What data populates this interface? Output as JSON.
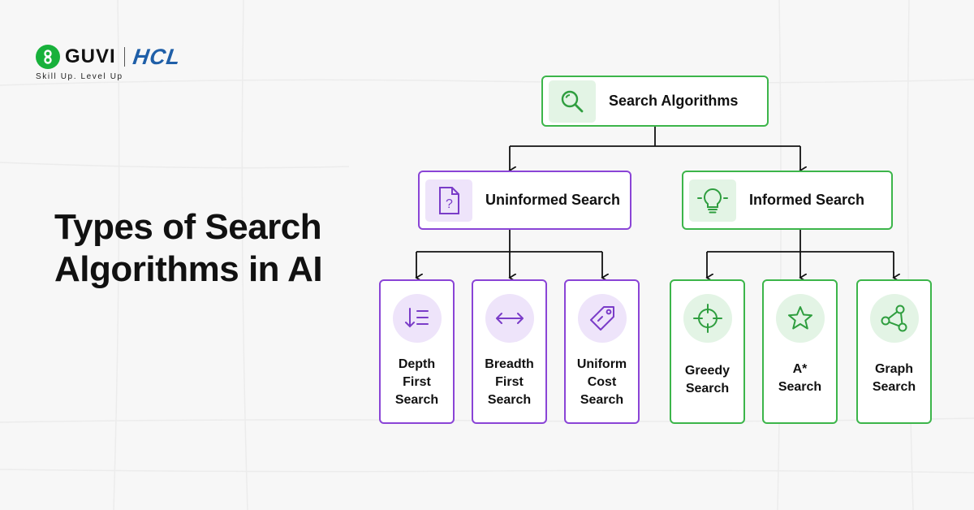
{
  "brand": {
    "guvi": "GUVI",
    "hcl": "HCL",
    "tagline": "Skill Up. Level Up"
  },
  "heading": {
    "line1": "Types of Search",
    "line2": "Algorithms in AI"
  },
  "colors": {
    "green": "#3cb54a",
    "purple": "#8a44d6",
    "green_tint": "#e3f4e5",
    "purple_tint": "#eee4fa",
    "hcl_blue": "#1f5fa8"
  },
  "tree": {
    "root": {
      "label": "Search Algorithms",
      "icon": "search-icon"
    },
    "uninformed": {
      "label": "Uninformed Search",
      "icon": "question-document-icon",
      "children": [
        {
          "label": "Depth\nFirst\nSearch",
          "icon": "sort-depth-icon"
        },
        {
          "label": "Breadth\nFirst\nSearch",
          "icon": "horizontal-arrows-icon"
        },
        {
          "label": "Uniform\nCost\nSearch",
          "icon": "price-tag-icon"
        }
      ]
    },
    "informed": {
      "label": "Informed Search",
      "icon": "lightbulb-icon",
      "children": [
        {
          "label": "Greedy\nSearch",
          "icon": "crosshair-icon"
        },
        {
          "label": "A*\nSearch",
          "icon": "star-icon"
        },
        {
          "label": "Graph\nSearch",
          "icon": "graph-nodes-icon"
        }
      ]
    }
  }
}
